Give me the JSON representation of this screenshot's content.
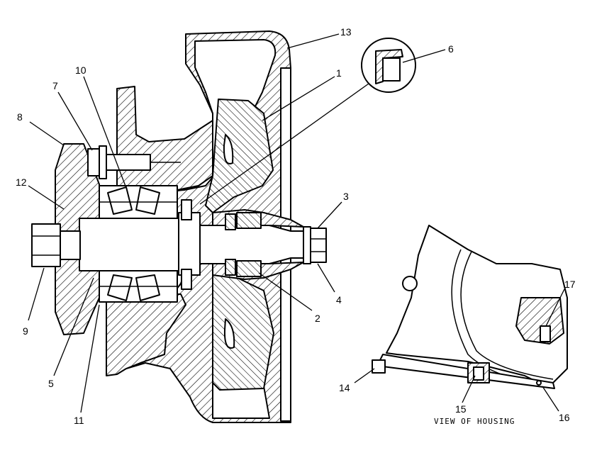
{
  "callouts": [
    {
      "n": "1"
    },
    {
      "n": "2"
    },
    {
      "n": "3"
    },
    {
      "n": "4"
    },
    {
      "n": "5"
    },
    {
      "n": "6"
    },
    {
      "n": "7"
    },
    {
      "n": "8"
    },
    {
      "n": "9"
    },
    {
      "n": "10"
    },
    {
      "n": "11"
    },
    {
      "n": "12"
    },
    {
      "n": "13"
    },
    {
      "n": "14"
    },
    {
      "n": "15"
    },
    {
      "n": "16"
    },
    {
      "n": "17"
    }
  ],
  "housing_view": {
    "caption": "VIEW OF HOUSING"
  }
}
